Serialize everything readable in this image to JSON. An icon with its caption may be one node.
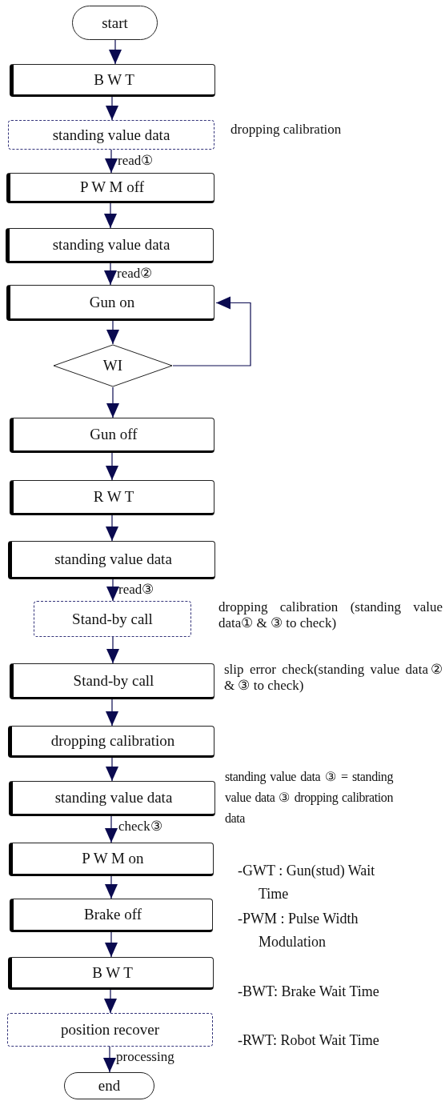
{
  "diagram": {
    "nodes": [
      {
        "text": [
          "start"
        ]
      },
      {
        "text": [
          "B W T"
        ]
      },
      {
        "text": [
          "standing value data",
          "read①"
        ],
        "beside": [
          "dropping calibration"
        ]
      },
      {
        "text": [
          "P W M off"
        ]
      },
      {
        "text": [
          "standing value data",
          "read②"
        ]
      },
      {
        "text": [
          "Gun on"
        ]
      },
      {
        "text": [
          "WI"
        ]
      },
      {
        "text": [
          "Gun off"
        ]
      },
      {
        "text": [
          "R W T"
        ]
      },
      {
        "text": [
          "standing value data",
          "read③"
        ]
      },
      {
        "text": [
          "Stand-by call"
        ],
        "beside": [
          "dropping calibration (standing value data① & ③ to check)"
        ]
      },
      {
        "text": [
          "Stand-by call"
        ],
        "beside": [
          "slip error check(standing value data② & ③ to check)"
        ]
      },
      {
        "text": [
          "dropping calibration"
        ]
      },
      {
        "text": [
          "standing value data",
          "check③"
        ],
        "beside": [
          "standing value data ③ = standing value data ③ dropping calibration data"
        ]
      },
      {
        "text": [
          "P W M on"
        ]
      },
      {
        "text": [
          "Brake off"
        ]
      },
      {
        "text": [
          "B W T"
        ]
      },
      {
        "text": [
          "position recover",
          "processing"
        ]
      },
      {
        "text": [
          "end"
        ]
      }
    ],
    "edges": [
      {
        "from": 0,
        "to": 1,
        "arrow": "to"
      },
      {
        "from": 1,
        "to": 2,
        "arrow": "to"
      },
      {
        "from": 2,
        "to": 3,
        "arrow": "to"
      },
      {
        "from": 3,
        "to": 4,
        "arrow": "to"
      },
      {
        "from": 4,
        "to": 5,
        "arrow": "to"
      },
      {
        "from": 5,
        "to": 6,
        "arrow": "to"
      },
      {
        "from": 6,
        "to": 5,
        "arrow": "to"
      },
      {
        "from": 6,
        "to": 7,
        "arrow": "to"
      },
      {
        "from": 7,
        "to": 8,
        "arrow": "to"
      },
      {
        "from": 8,
        "to": 9,
        "arrow": "to"
      },
      {
        "from": 9,
        "to": 10,
        "arrow": "to"
      },
      {
        "from": 10,
        "to": 11,
        "arrow": "to"
      },
      {
        "from": 11,
        "to": 12,
        "arrow": "to"
      },
      {
        "from": 12,
        "to": 13,
        "arrow": "to"
      },
      {
        "from": 13,
        "to": 14,
        "arrow": "to"
      },
      {
        "from": 14,
        "to": 15,
        "arrow": "to"
      },
      {
        "from": 15,
        "to": 16,
        "arrow": "to"
      },
      {
        "from": 16,
        "to": 17,
        "arrow": "to"
      },
      {
        "from": 17,
        "to": 18,
        "arrow": "to"
      }
    ],
    "labels": [
      "-GWT : Gun(stud) Wait Time",
      "-PWM : Pulse Width Modulation",
      "-BWT: Brake Wait Time",
      "-RWT: Robot Wait Time"
    ]
  }
}
